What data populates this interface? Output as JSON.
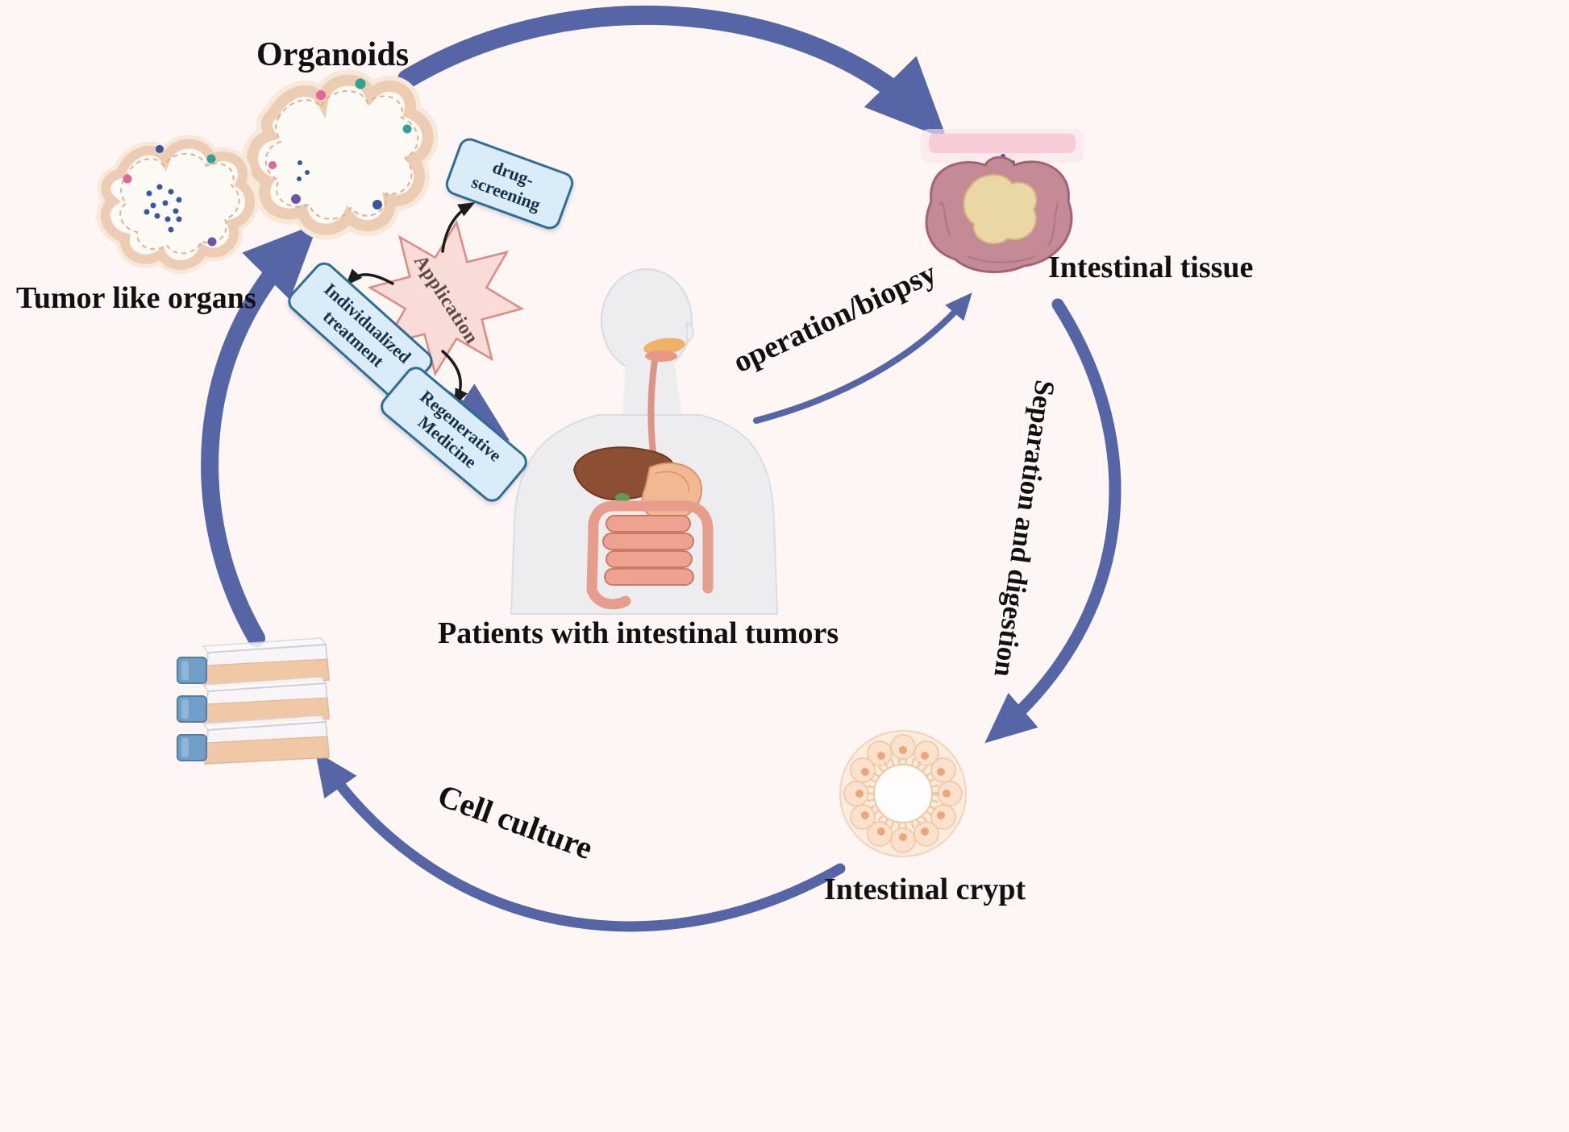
{
  "labels": {
    "organoids": "Organoids",
    "tumor_like_organs": "Tumor like organs",
    "intestinal_tissue": "Intestinal tissue",
    "patients": "Patients with intestinal tumors",
    "intestinal_crypt": "Intestinal crypt",
    "operation_biopsy": "operation/biopsy",
    "separation_and_digestion": "Separation and digestion",
    "cell_culture": "Cell culture",
    "application": "Application",
    "drug_screening": "drug-screening",
    "individualized_treatment": "Individualized treatment",
    "regenerative_medicine": "Regenerative Medicine"
  },
  "colors": {
    "background": "#fdf6f5",
    "cycle_arrow": "#5565a6",
    "black_arrow": "#1c1c1c",
    "application_star_fill": "#f9dcd8",
    "application_star_border": "#dd8a80",
    "info_box_fill": "#d9ecf7",
    "info_box_border": "#2e6e96",
    "organoid_wall": "#eccdb4",
    "tissue_body": "#c48b97",
    "tissue_core": "#ead7a6",
    "crypt_cell": "#fbe1cb",
    "flask_liquid": "#f1c8a5",
    "flask_cap": "#6f9ec9"
  },
  "illustrations": [
    "organoid-illustration",
    "tumor-organoid-illustration",
    "intestinal-tissue-illustration",
    "human-figure-illustration",
    "intestinal-crypt-illustration",
    "culture-flasks-illustration",
    "application-star-icon"
  ]
}
